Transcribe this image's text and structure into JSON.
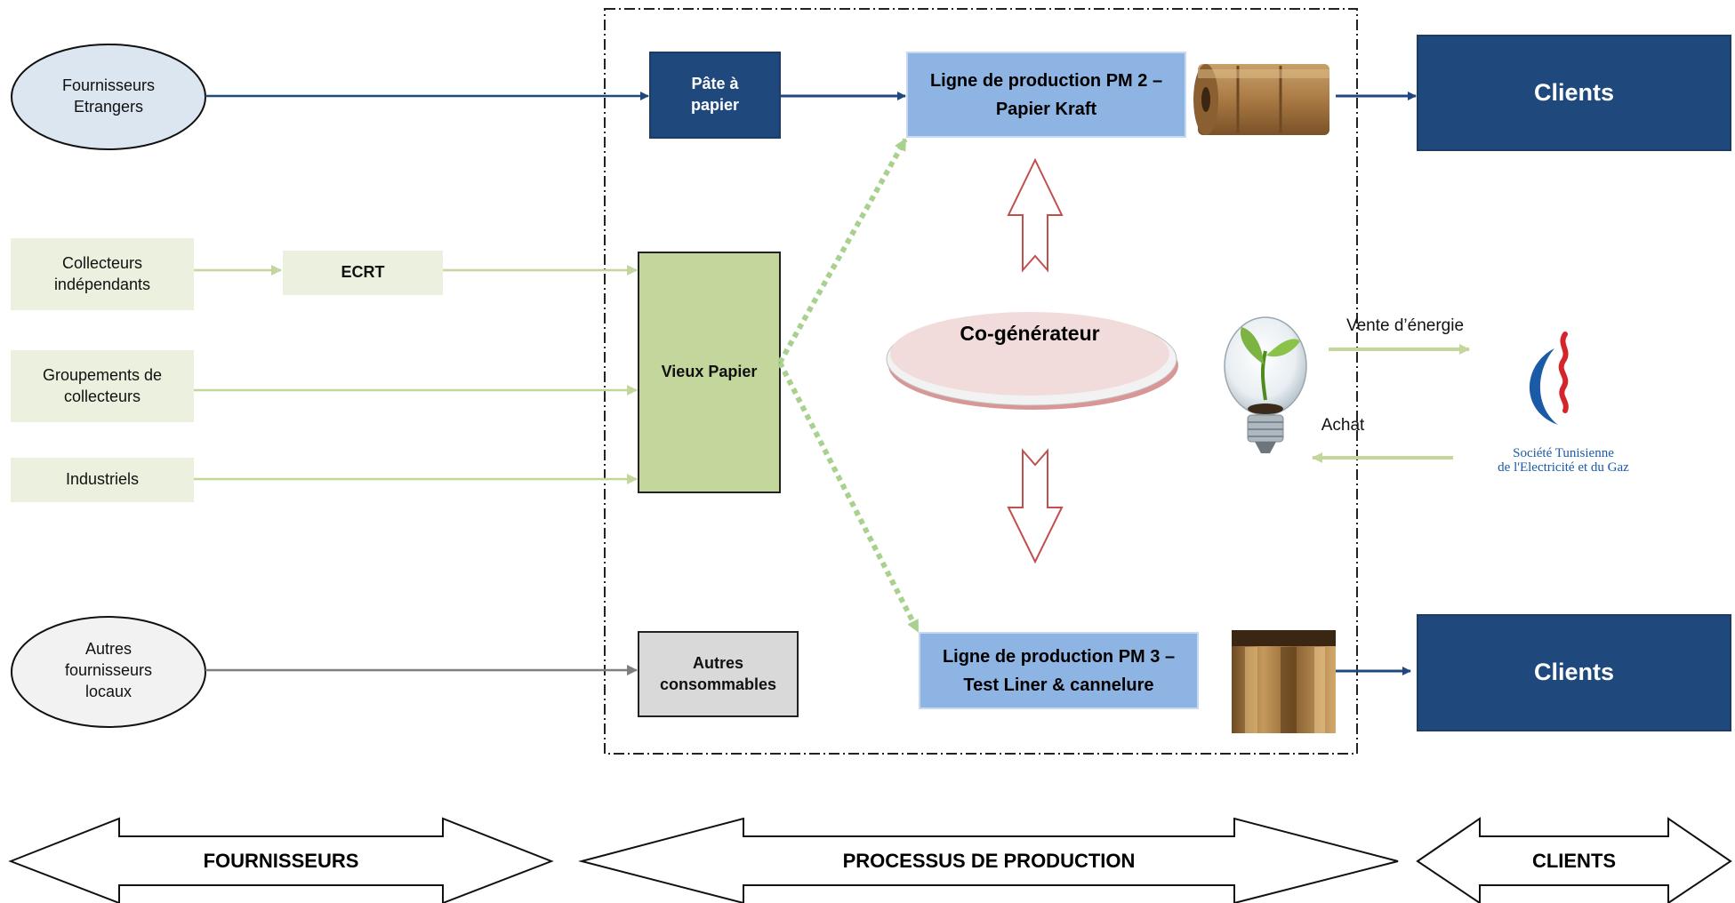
{
  "suppliers": {
    "foreign": "Fournisseurs\nEtrangers",
    "independent_collectors": "Collecteurs\nindépendants",
    "ecrt": "ECRT",
    "collector_groups": "Groupements de\ncollecteurs",
    "industrials": "Industriels",
    "local_others": "Autres\nfournisseurs\nlocaux"
  },
  "process": {
    "pulp": "Pâte à\npapier",
    "old_paper": "Vieux Papier",
    "other_consumables": "Autres\nconsommables",
    "pm2": "Ligne de production PM 2 –\nPapier Kraft",
    "pm3": "Ligne de production PM 3 –\nTest Liner & cannelure",
    "cogenerator": "Co-générateur"
  },
  "energy": {
    "sale": "Vente d’énergie",
    "purchase": "Achat",
    "steg_logo_text": "Société Tunisienne\nde l'Electricité et du Gaz"
  },
  "clients": {
    "top": "Clients",
    "bottom": "Clients"
  },
  "sections": {
    "suppliers": "FOURNISSEURS",
    "production": "PROCESSUS DE PRODUCTION",
    "clients": "CLIENTS"
  },
  "colors": {
    "navy": "#1f497d",
    "navy_stroke": "#1c3c64",
    "light_green": "#ebf1de",
    "green_box": "#c3d69b",
    "green_line": "#c3d69b",
    "dotted_green": "#a9d18e",
    "light_blue": "#8db4e2",
    "oval_blue": "#dce6f1",
    "grey_box": "#d9d9d9",
    "cogen_pink": "#f2dcdb",
    "red_arrow": "#c0504d"
  }
}
